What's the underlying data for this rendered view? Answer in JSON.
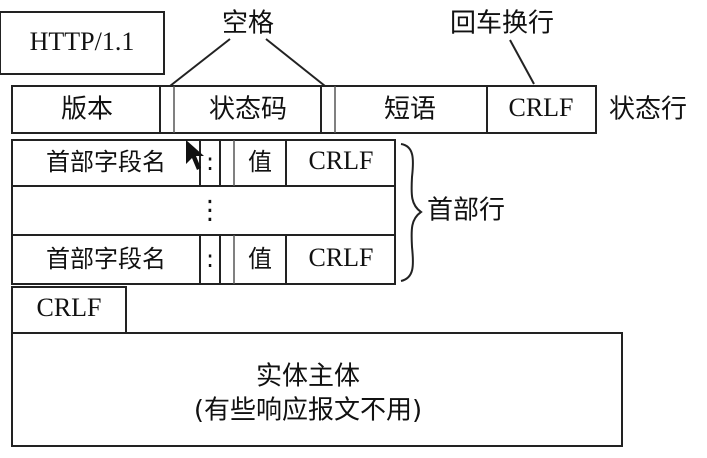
{
  "version_box": "HTTP/1.1",
  "annotations": {
    "space": "空格",
    "crlf_label": "回车换行"
  },
  "status_line": {
    "label": "状态行",
    "cells": {
      "version": "版本",
      "status_code": "状态码",
      "phrase": "短语",
      "crlf": "CRLF"
    }
  },
  "header_section": {
    "label": "首部行",
    "rows": [
      {
        "field_name": "首部字段名",
        "colon": ":",
        "value": "值",
        "crlf": "CRLF"
      },
      {
        "ellipsis": "⋮"
      },
      {
        "field_name": "首部字段名",
        "colon": ":",
        "value": "值",
        "crlf": "CRLF"
      }
    ]
  },
  "empty_line": {
    "crlf": "CRLF"
  },
  "entity_body": {
    "title": "实体主体",
    "note": "(有些响应报文不用)"
  }
}
